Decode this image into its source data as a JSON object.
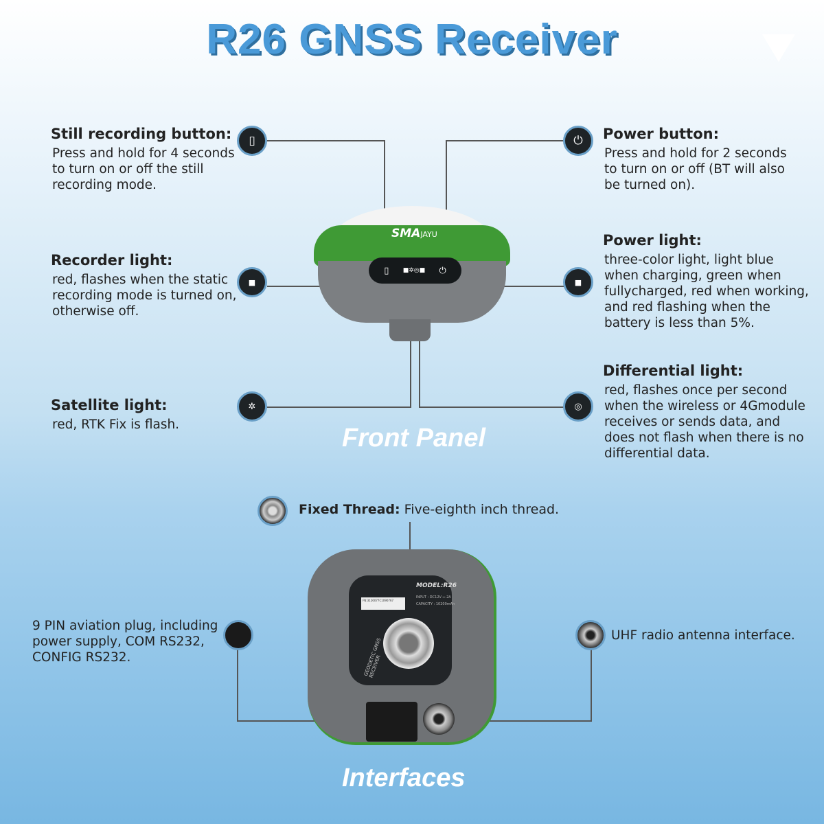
{
  "title": "R26 GNSS Receiver",
  "front_panel": {
    "label": "Front Panel",
    "brand": "SMA",
    "brand_sub": "JAYU",
    "callouts": [
      {
        "heading": "Still recording button:",
        "text": "Press and hold for 4 seconds to turn on or off the still recording mode.",
        "icon": "sd-card-icon"
      },
      {
        "heading": "Power button:",
        "text": "Press and hold for 2 seconds to turn on or off (BT will also be turned on).",
        "icon": "power-icon"
      },
      {
        "heading": "Recorder light:",
        "text": "red, flashes when the static recording mode is turned on, otherwise off.",
        "icon": "recorder-light-icon"
      },
      {
        "heading": "Power light:",
        "text": "three-color light, light blue when charging, green when fullycharged, red when working, and red flashing when the battery is less than 5%.",
        "icon": "power-light-icon"
      },
      {
        "heading": "Satellite light:",
        "text": "red, RTK Fix is flash.",
        "icon": "satellite-icon"
      },
      {
        "heading": "Differential light:",
        "text": "red, flashes once per second when the wireless or 4Gmodule receives or sends data, and does not flash when there is no differential data.",
        "icon": "differential-icon"
      }
    ]
  },
  "interfaces": {
    "label": "Interfaces",
    "fixed_thread": {
      "heading": "Fixed Thread:",
      "text": "Five-eighth inch thread."
    },
    "nine_pin": "9 PIN aviation plug, including power supply, COM RS232, CONFIG RS232.",
    "uhf": "UHF radio antenna interface.",
    "device_label": {
      "model": "MODEL:R26",
      "input": "INPUT : DC12V ⎓ 2A",
      "capacity": "CAPACITY : 10200mAh",
      "side": "GEODETIC GNSS RECEIVER",
      "serial": "FN:3126077C1090767"
    }
  }
}
